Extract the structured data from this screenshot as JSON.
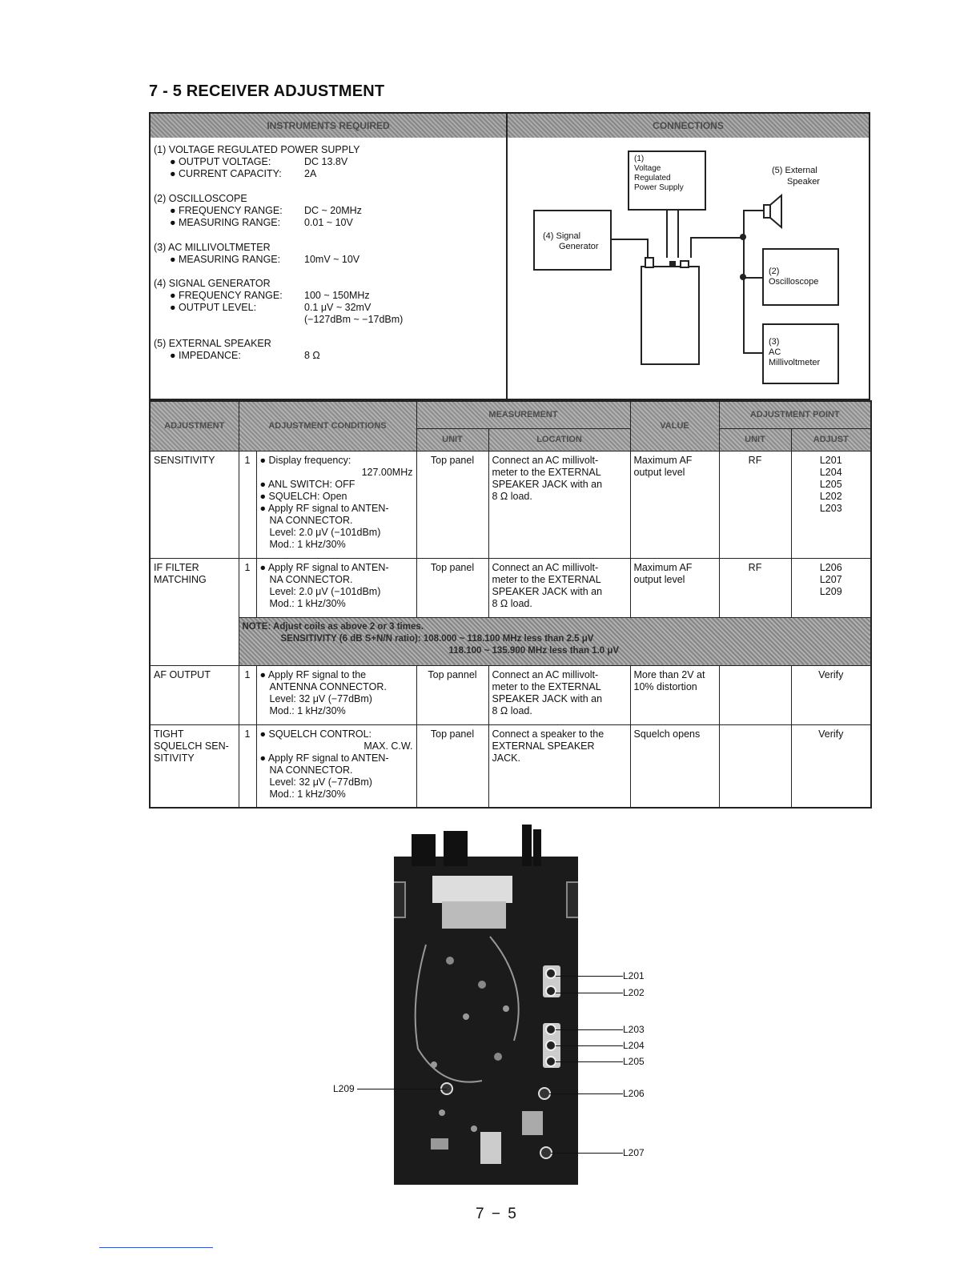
{
  "title": "7 - 5 RECEIVER ADJUSTMENT",
  "instruments": {
    "header": "INSTRUMENTS REQUIRED",
    "items": [
      {
        "name": "(1) VOLTAGE REGULATED POWER SUPPLY",
        "specs": [
          {
            "label": "● OUTPUT VOLTAGE:",
            "value": "DC 13.8V"
          },
          {
            "label": "● CURRENT CAPACITY:",
            "value": "2A"
          }
        ]
      },
      {
        "name": "(2) OSCILLOSCOPE",
        "specs": [
          {
            "label": "● FREQUENCY RANGE:",
            "value": "DC ~ 20MHz"
          },
          {
            "label": "● MEASURING RANGE:",
            "value": "0.01 ~ 10V"
          }
        ]
      },
      {
        "name": "(3) AC MILLIVOLTMETER",
        "specs": [
          {
            "label": "● MEASURING RANGE:",
            "value": "10mV ~ 10V"
          }
        ]
      },
      {
        "name": "(4) SIGNAL GENERATOR",
        "specs": [
          {
            "label": "● FREQUENCY RANGE:",
            "value": "100 ~ 150MHz"
          },
          {
            "label": "● OUTPUT LEVEL:",
            "value": "0.1 μV ~ 32mV",
            "value2": "(−127dBm ~ −17dBm)"
          }
        ]
      },
      {
        "name": "(5) EXTERNAL SPEAKER",
        "specs": [
          {
            "label": "● IMPEDANCE:",
            "value": "8 Ω"
          }
        ]
      }
    ]
  },
  "connections": {
    "header": "CONNECTIONS",
    "power_supply": [
      "(1)",
      "Voltage",
      "Regulated",
      "Power Supply"
    ],
    "signal_gen": [
      "(4) Signal",
      "Generator"
    ],
    "speaker": [
      "(5) External",
      "Speaker"
    ],
    "oscilloscope": [
      "(2)",
      "Oscilloscope"
    ],
    "millivoltmeter": [
      "(3)",
      "AC",
      "Millivoltmeter"
    ]
  },
  "table": {
    "headers": {
      "adjustment": "ADJUSTMENT",
      "conditions": "ADJUSTMENT CONDITIONS",
      "measurement": "MEASUREMENT",
      "unit": "UNIT",
      "location": "LOCATION",
      "value": "VALUE",
      "adj_point": "ADJUSTMENT POINT",
      "adj_unit": "UNIT",
      "adjust": "ADJUST"
    },
    "rows": [
      {
        "adjustment": [
          "SENSITIVITY"
        ],
        "step": "1",
        "conditions": [
          "● Display frequency:",
          "127.00MHz",
          "● ANL SWITCH:  OFF",
          "● SQUELCH:  Open",
          "● Apply RF signal to ANTEN-",
          "NA CONNECTOR.",
          "Level:  2.0 μV (−101dBm)",
          "Mod.:  1 kHz/30%"
        ],
        "unit": "Top panel",
        "location": [
          "Connect an AC millivolt-",
          "meter to the EXTERNAL",
          "SPEAKER JACK with an",
          "8 Ω load."
        ],
        "value": [
          "Maximum AF",
          "output level"
        ],
        "adj_unit": "RF",
        "adjust": [
          "L201",
          "L204",
          "L205",
          "L202",
          "L203"
        ]
      },
      {
        "adjustment": [
          "IF FILTER",
          "MATCHING"
        ],
        "step": "1",
        "conditions": [
          "● Apply RF signal to ANTEN-",
          "NA CONNECTOR.",
          "Level:  2.0 μV (−101dBm)",
          "Mod.:  1 kHz/30%"
        ],
        "unit": "Top panel",
        "location": [
          "Connect an AC millivolt-",
          "meter to the EXTERNAL",
          "SPEAKER JACK with an",
          "8 Ω load."
        ],
        "value": [
          "Maximum AF",
          "output level"
        ],
        "adj_unit": "RF",
        "adjust": [
          "L206",
          "L207",
          "L209"
        ]
      },
      {
        "adjustment": [
          "AF OUTPUT"
        ],
        "step": "1",
        "conditions": [
          "● Apply RF signal to the",
          "ANTENNA CONNECTOR.",
          "Level:  32 μV (−77dBm)",
          "Mod.:  1 kHz/30%"
        ],
        "unit": "Top pannel",
        "location": [
          "Connect an AC millivolt-",
          "meter to the EXTERNAL",
          "SPEAKER JACK with an",
          "8 Ω load."
        ],
        "value": [
          "More than 2V at",
          "10% distortion"
        ],
        "adj_unit": "",
        "adjust": [
          "Verify"
        ]
      },
      {
        "adjustment": [
          "TIGHT",
          "SQUELCH SEN-",
          "SITIVITY"
        ],
        "step": "1",
        "conditions": [
          "● SQUELCH CONTROL:",
          "MAX. C.W.",
          "● Apply RF signal to ANTEN-",
          "NA CONNECTOR.",
          "Level:  32 μV (−77dBm)",
          "Mod.:  1 kHz/30%"
        ],
        "unit": "Top panel",
        "location": [
          "Connect a speaker to the",
          "EXTERNAL SPEAKER",
          "JACK."
        ],
        "value": [
          "Squelch opens"
        ],
        "adj_unit": "",
        "adjust": [
          "Verify"
        ]
      }
    ],
    "note": {
      "line1": "NOTE: Adjust coils as above 2 or 3 times.",
      "line2": "SENSITIVITY (6 dB S+N/N ratio):  108.000 ~ 118.100 MHz less than 2.5 μV",
      "line3": "118.100 ~ 135.900 MHz less than 1.0 μV"
    }
  },
  "photo_labels": {
    "l201": "L201",
    "l202": "L202",
    "l203": "L203",
    "l204": "L204",
    "l205": "L205",
    "l206": "L206",
    "l207": "L207",
    "l209": "L209"
  },
  "page_number": "7 − 5"
}
